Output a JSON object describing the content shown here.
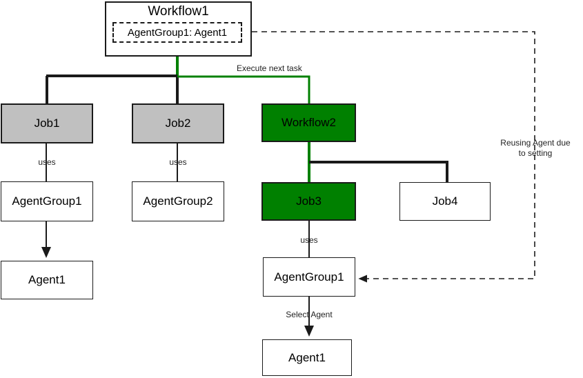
{
  "diagram": {
    "title_text": "Workflow1",
    "background": "#ffffff",
    "colors": {
      "green_fill": "#008000",
      "grey_fill": "#c0c0c0",
      "white_fill": "#ffffff",
      "stroke": "#1a1a1a",
      "green_edge": "#008000",
      "text": "#000000"
    },
    "nodes": {
      "workflow1": {
        "label": "Workflow1",
        "slot": "AgentGroup1: Agent1"
      },
      "job1": {
        "label": "Job1"
      },
      "job2": {
        "label": "Job2"
      },
      "workflow2": {
        "label": "Workflow2"
      },
      "agentgroup1_left": {
        "label": "AgentGroup1"
      },
      "agentgroup2": {
        "label": "AgentGroup2"
      },
      "job3": {
        "label": "Job3"
      },
      "job4": {
        "label": "Job4"
      },
      "agent1_left": {
        "label": "Agent1"
      },
      "agentgroup1_bottom": {
        "label": "AgentGroup1"
      },
      "agent1_bottom": {
        "label": "Agent1"
      }
    },
    "edge_labels": {
      "execute_next_task": "Execute next task",
      "uses_job1": "uses",
      "uses_job2": "uses",
      "uses_job3": "uses",
      "select_agent": "Select Agent",
      "reusing_agent_line1": "Reusing Agent due",
      "reusing_agent_line2": "to setting"
    }
  }
}
